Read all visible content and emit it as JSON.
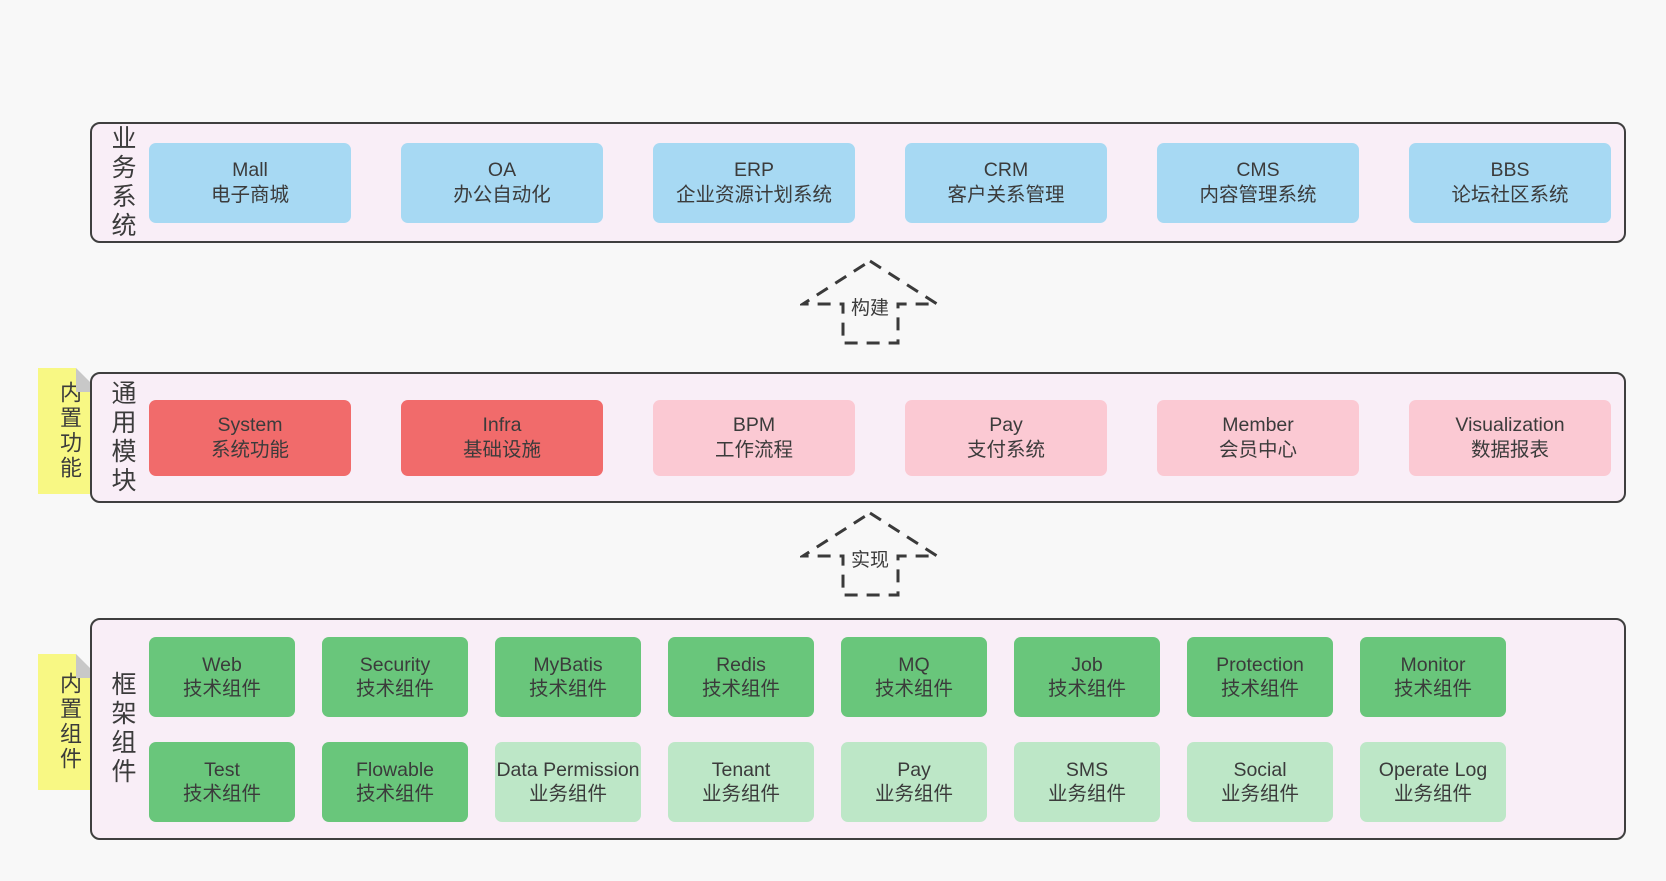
{
  "palette": {
    "page-bg": "#f8f8f8",
    "band-bg": "#f9eef7",
    "band-border": "#3f3f3f",
    "box-blue": "#a7d9f3",
    "box-red": "#f16b6b",
    "box-pink": "#fbc9d3",
    "box-green": "#69c67b",
    "box-light-green": "#bde7c7",
    "sticky-bg": "#f8f884",
    "sticky-fold": "#c8c8c8",
    "text-color": "#3b3b3b"
  },
  "arrows": [
    {
      "label": "构建"
    },
    {
      "label": "实现"
    }
  ],
  "bands": [
    {
      "id": "business-systems",
      "label": "业务系统",
      "boxes": [
        {
          "name": "Mall",
          "desc": "电子商城",
          "type": "blue"
        },
        {
          "name": "OA",
          "desc": "办公自动化",
          "type": "blue"
        },
        {
          "name": "ERP",
          "desc": "企业资源计划系统",
          "type": "blue"
        },
        {
          "name": "CRM",
          "desc": "客户关系管理",
          "type": "blue"
        },
        {
          "name": "CMS",
          "desc": "内容管理系统",
          "type": "blue"
        },
        {
          "name": "BBS",
          "desc": "论坛社区系统",
          "type": "blue"
        }
      ]
    },
    {
      "id": "common-modules",
      "label": "通用模块",
      "sticky": "内置功能",
      "boxes": [
        {
          "name": "System",
          "desc": "系统功能",
          "type": "red"
        },
        {
          "name": "Infra",
          "desc": "基础设施",
          "type": "red"
        },
        {
          "name": "BPM",
          "desc": "工作流程",
          "type": "pink"
        },
        {
          "name": "Pay",
          "desc": "支付系统",
          "type": "pink"
        },
        {
          "name": "Member",
          "desc": "会员中心",
          "type": "pink"
        },
        {
          "name": "Visualization",
          "desc": "数据报表",
          "type": "pink"
        }
      ]
    },
    {
      "id": "framework-components",
      "label": "框架组件",
      "sticky": "内置组件",
      "rows": [
        [
          {
            "name": "Web",
            "desc": "技术组件",
            "type": "green"
          },
          {
            "name": "Security",
            "desc": "技术组件",
            "type": "green"
          },
          {
            "name": "MyBatis",
            "desc": "技术组件",
            "type": "green"
          },
          {
            "name": "Redis",
            "desc": "技术组件",
            "type": "green"
          },
          {
            "name": "MQ",
            "desc": "技术组件",
            "type": "green"
          },
          {
            "name": "Job",
            "desc": "技术组件",
            "type": "green"
          },
          {
            "name": "Protection",
            "desc": "技术组件",
            "type": "green"
          },
          {
            "name": "Monitor",
            "desc": "技术组件",
            "type": "green"
          }
        ],
        [
          {
            "name": "Test",
            "desc": "技术组件",
            "type": "green"
          },
          {
            "name": "Flowable",
            "desc": "技术组件",
            "type": "green"
          },
          {
            "name": "Data Permission",
            "desc": "业务组件",
            "type": "light-green"
          },
          {
            "name": "Tenant",
            "desc": "业务组件",
            "type": "light-green"
          },
          {
            "name": "Pay",
            "desc": "业务组件",
            "type": "light-green"
          },
          {
            "name": "SMS",
            "desc": "业务组件",
            "type": "light-green"
          },
          {
            "name": "Social",
            "desc": "业务组件",
            "type": "light-green"
          },
          {
            "name": "Operate Log",
            "desc": "业务组件",
            "type": "light-green"
          }
        ]
      ]
    }
  ]
}
